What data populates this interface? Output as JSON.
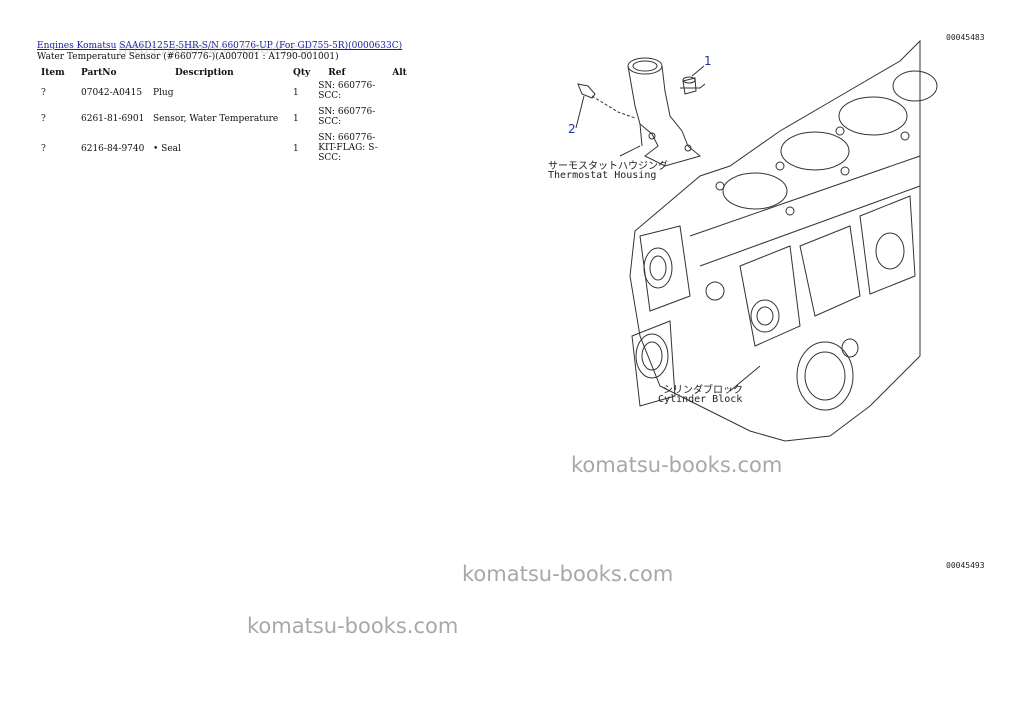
{
  "breadcrumb": {
    "link1": "Engines Komatsu",
    "link2": "SAA6D125E-5HR-S/N 660776-UP (For GD755-5R)(0000633C)"
  },
  "subtitle": "Water Temperature Sensor (#660776-)(A007001 : A1790-001001)",
  "watermark_small": "https://komatsu-books.com",
  "table": {
    "headers": [
      "Item",
      "PartNo",
      "Description",
      "Qty",
      "Ref",
      "Alt"
    ],
    "rows": [
      {
        "item": "?",
        "partno": "07042-A0415",
        "description": "Plug",
        "qty": "1",
        "ref": [
          "SN: 660776-",
          "SCC:"
        ],
        "alt": ""
      },
      {
        "item": "?",
        "partno": "6261-81-6901",
        "description": "Sensor, Water Temperature",
        "qty": "1",
        "ref": [
          "SN: 660776-",
          "SCC:"
        ],
        "alt": ""
      },
      {
        "item": "?",
        "partno": "6216-84-9740",
        "description": "• Seal",
        "qty": "1",
        "ref": [
          "SN: 660776-",
          "KIT-FLAG: S-",
          "SCC:"
        ],
        "alt": ""
      }
    ]
  },
  "drawing": {
    "callout1": "1",
    "callout2": "2",
    "thermostat_jp": "サーモスタットハウジング",
    "thermostat_en": "Thermostat Housing",
    "cylinder_jp": "シリンダブロック",
    "cylinder_en": "Cylinder Block",
    "code_top": "00045483",
    "code_bottom": "00045493"
  },
  "watermarks": [
    "komatsu-books.com",
    "komatsu-books.com",
    "komatsu-books.com"
  ]
}
